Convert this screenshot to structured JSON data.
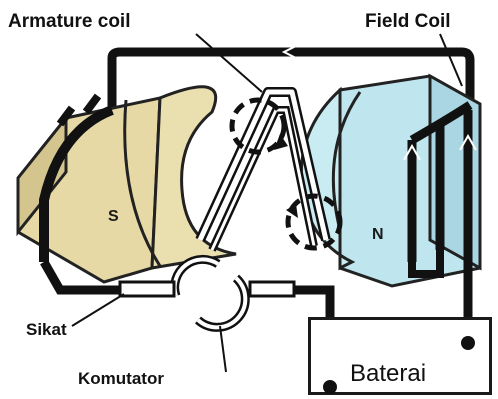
{
  "labels": {
    "armature_coil": "Armature coil",
    "field_coil": "Field Coil",
    "brush": "Sikat",
    "commutator": "Komutator",
    "battery": "Baterai",
    "south_pole": "S",
    "north_pole": "N"
  },
  "colors": {
    "south_pole": "#e6d9a6",
    "north_pole": "#bfe6ef",
    "wire": "#111111",
    "coil_wire": "#ffffff"
  }
}
